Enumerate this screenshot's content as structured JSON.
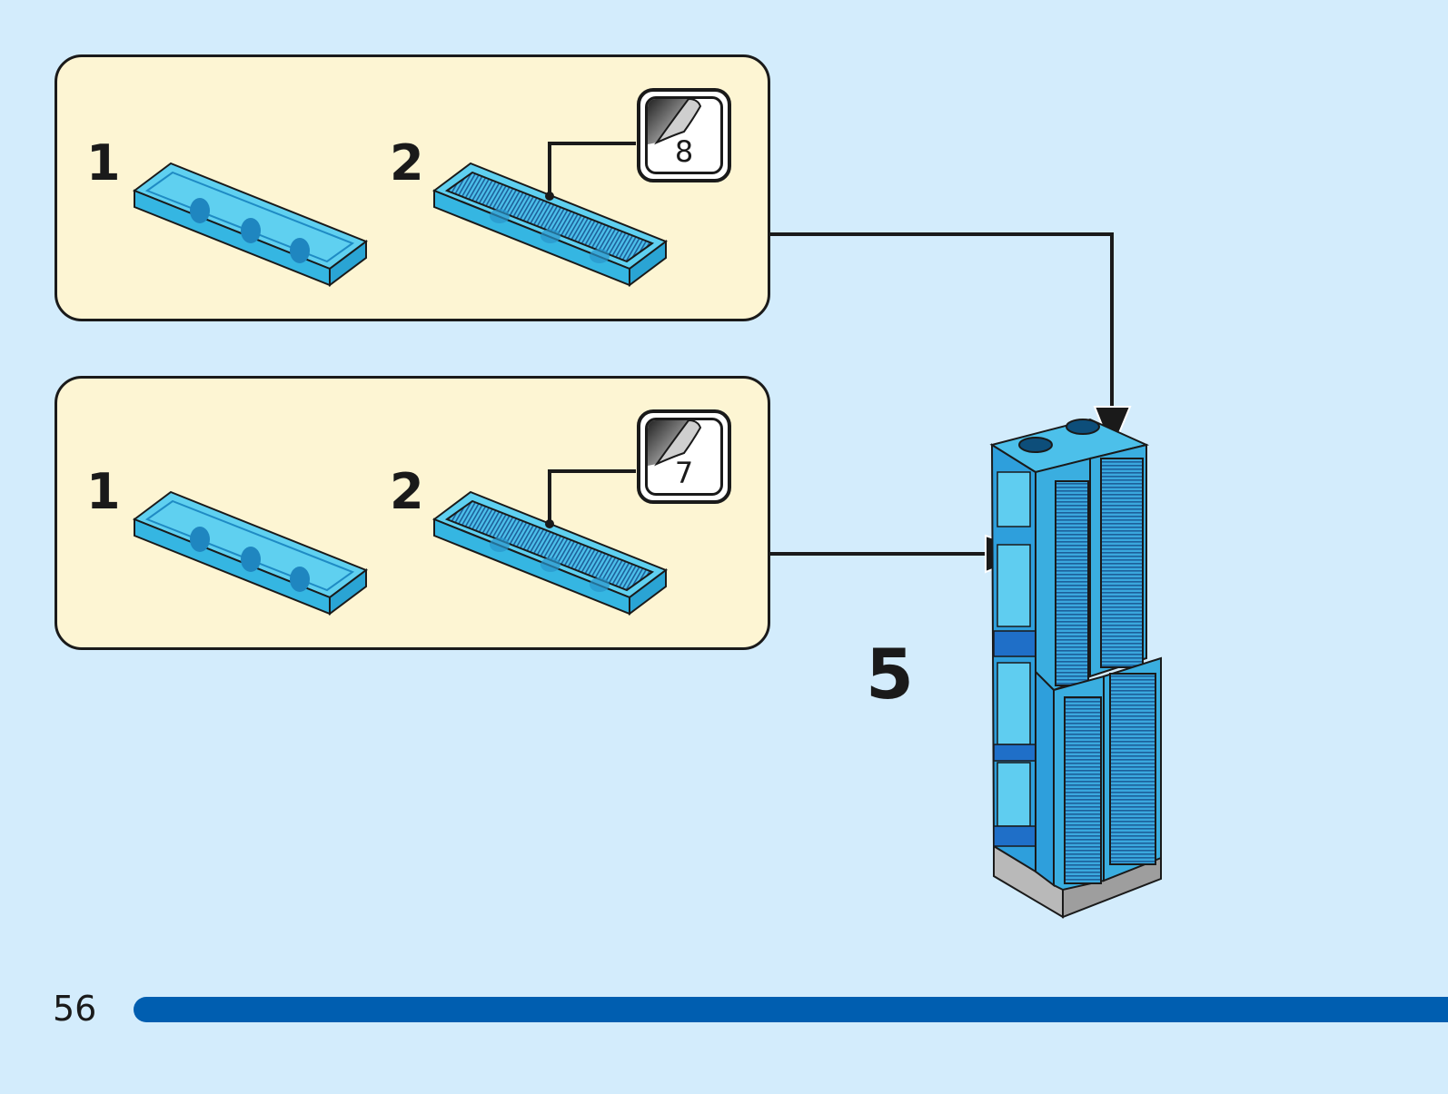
{
  "page": {
    "number": "56",
    "background_color": "#d3ecfc",
    "progress_bar_color": "#005eb0"
  },
  "main_step": {
    "number": "5",
    "model": "transparent-blue tower with four sticker-covered tiles on grey base"
  },
  "sub_assemblies": [
    {
      "id": "a",
      "steps": [
        {
          "number": "1",
          "part": "1x4 transparent light blue tile"
        },
        {
          "number": "2",
          "part": "1x4 transparent light blue tile with sticker"
        }
      ],
      "sticker": {
        "number": "8"
      },
      "attach_to": "top of tower, front-right face"
    },
    {
      "id": "b",
      "steps": [
        {
          "number": "1",
          "part": "1x4 transparent light blue tile"
        },
        {
          "number": "2",
          "part": "1x4 transparent light blue tile with sticker"
        }
      ],
      "sticker": {
        "number": "7"
      },
      "attach_to": "front-left face of tower"
    }
  ],
  "colors": {
    "panel_fill": "#fdf5d3",
    "trans_light_blue": "#3fc0e8",
    "trans_blue_dark": "#1f8bd0",
    "base_grey": "#b8b8b8",
    "outline": "#1a1a1a"
  }
}
